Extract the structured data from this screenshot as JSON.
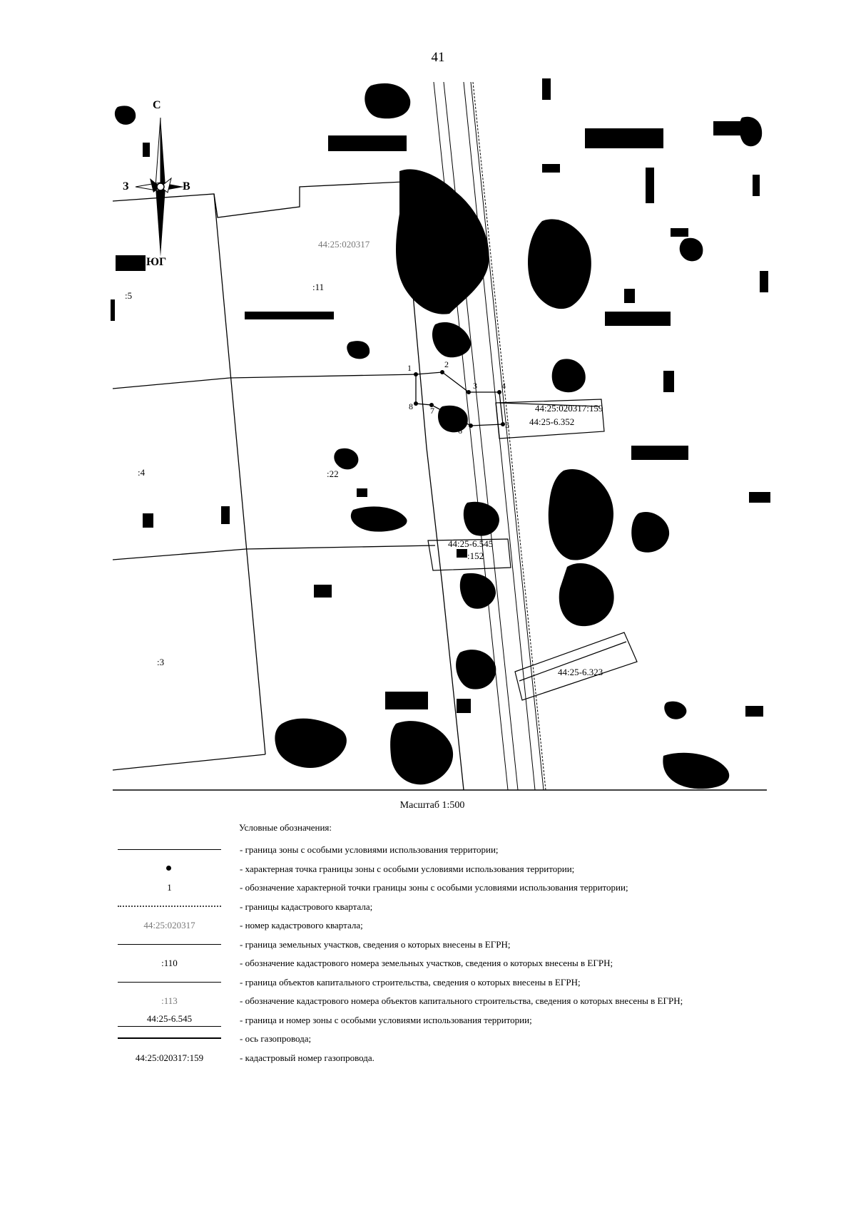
{
  "page_number": "41",
  "compass": {
    "north": "С",
    "south": "ЮГ",
    "west": "З",
    "east": "В"
  },
  "map": {
    "labels": {
      "quarter": "44:25:020317",
      "p11": ":11",
      "p5": ":5",
      "p4": ":4",
      "p22": ":22",
      "p3": ":3",
      "gas_pipeline": "44:25:020317:159",
      "zone_352": "44:25-6.352",
      "zone_545": "44:25-6.545",
      "obj_152": ":152",
      "zone_323": "44:25-6.323"
    },
    "points": [
      "1",
      "2",
      "3",
      "4",
      "5",
      "6",
      "7",
      "8"
    ]
  },
  "scale": "Масштаб 1:500",
  "legend": {
    "title": "Условные обозначения:",
    "items": [
      {
        "symbol_type": "line",
        "symbol_text": "",
        "description": "- граница зоны с особыми условиями использования территории;"
      },
      {
        "symbol_type": "dot",
        "symbol_text": "",
        "description": "- характерная точка границы зоны с особыми условиями использования территории;"
      },
      {
        "symbol_type": "text",
        "symbol_text": "1",
        "description": "- обозначение характерной точки границы зоны с особыми условиями использования территории;"
      },
      {
        "symbol_type": "dotted",
        "symbol_text": "",
        "description": "- границы кадастрового квартала;"
      },
      {
        "symbol_type": "grey-text",
        "symbol_text": "44:25:020317",
        "description": "- номер кадастрового квартала;"
      },
      {
        "symbol_type": "line",
        "symbol_text": "",
        "description": "- граница земельных участков, сведения о которых внесены в ЕГРН;"
      },
      {
        "symbol_type": "text",
        "symbol_text": ":110",
        "description": "- обозначение кадастрового номера земельных участков, сведения о которых внесены в ЕГРН;"
      },
      {
        "symbol_type": "line",
        "symbol_text": "",
        "description": "- граница объектов капитального строительства, сведения о которых внесены в ЕГРН;"
      },
      {
        "symbol_type": "grey-text",
        "symbol_text": ":113",
        "description": "- обозначение кадастрового номера объектов капитального строительства, сведения о которых внесены в ЕГРН;"
      },
      {
        "symbol_type": "underlined-text",
        "symbol_text": "44:25-6.545",
        "description": "- граница и номер зоны с особыми условиями использования территории;"
      },
      {
        "symbol_type": "thick",
        "symbol_text": "",
        "description": "- ось газопровода;"
      },
      {
        "symbol_type": "text",
        "symbol_text": "44:25:020317:159",
        "description": "- кадастровый номер газопровода."
      }
    ]
  }
}
